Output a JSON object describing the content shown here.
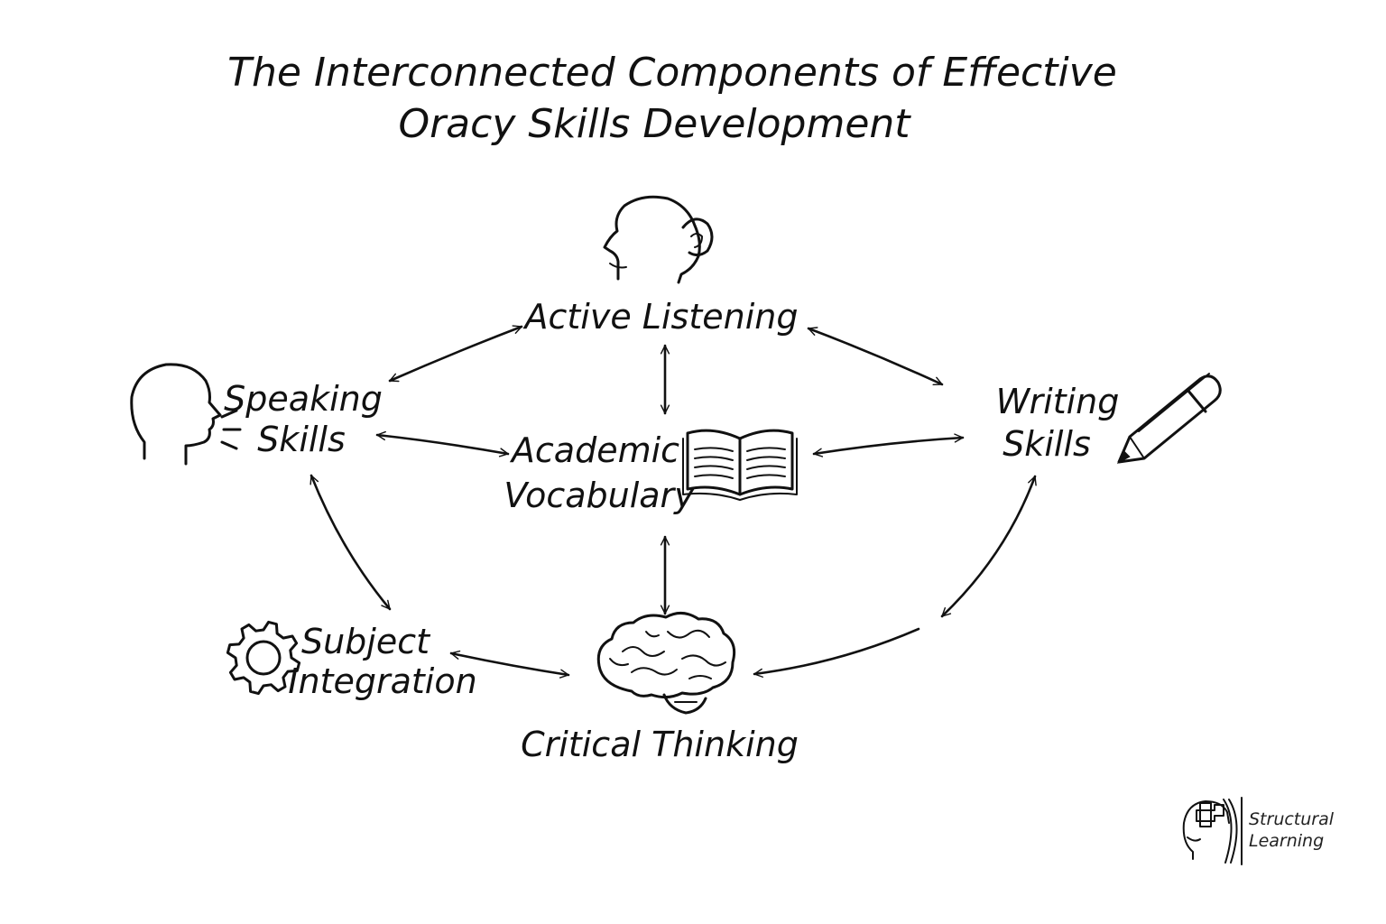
{
  "title": {
    "line1": "The Interconnected Components of Effective",
    "line2": "Oracy Skills Development"
  },
  "nodes": {
    "active_listening": {
      "line1": "Active Listening",
      "icon": "listening-head-icon"
    },
    "speaking": {
      "line1": "Speaking",
      "line2": "Skills",
      "icon": "speaking-head-icon"
    },
    "academic_vocabulary": {
      "line1": "Academic",
      "line2": "Vocabulary",
      "icon": "open-book-icon"
    },
    "writing": {
      "line1": "Writing",
      "line2": "Skills",
      "icon": "pencil-icon"
    },
    "subject_integration": {
      "line1": "Subject",
      "line2": "Integration",
      "icon": "gear-icon"
    },
    "critical_thinking": {
      "line1": "Critical Thinking",
      "icon": "brain-icon"
    }
  },
  "connections": [
    {
      "from": "Active Listening",
      "to": "Speaking Skills",
      "direction": "both"
    },
    {
      "from": "Active Listening",
      "to": "Writing Skills",
      "direction": "both"
    },
    {
      "from": "Active Listening",
      "to": "Academic Vocabulary",
      "direction": "both"
    },
    {
      "from": "Speaking Skills",
      "to": "Academic Vocabulary",
      "direction": "both"
    },
    {
      "from": "Academic Vocabulary",
      "to": "Writing Skills",
      "direction": "both"
    },
    {
      "from": "Speaking Skills",
      "to": "Subject Integration",
      "direction": "both"
    },
    {
      "from": "Academic Vocabulary",
      "to": "Critical Thinking",
      "direction": "both"
    },
    {
      "from": "Subject Integration",
      "to": "Critical Thinking",
      "direction": "both"
    },
    {
      "from": "Writing Skills",
      "to": "Critical Thinking",
      "direction": "both"
    }
  ],
  "logo": {
    "line1": "Structural",
    "line2": "Learning",
    "icon": "structural-learning-logo-icon"
  },
  "colors": {
    "ink": "#111111",
    "background": "#ffffff"
  }
}
